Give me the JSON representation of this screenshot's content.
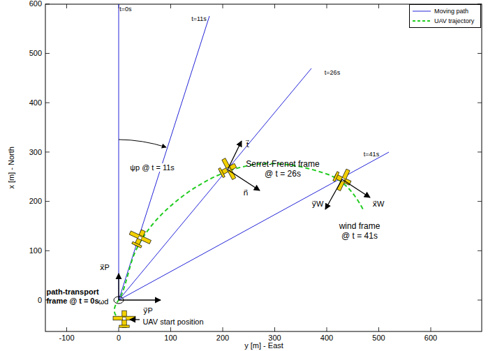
{
  "diagram": {
    "labels": [
      "600",
      "500",
      "400",
      "300",
      "200",
      "100",
      "0",
      "-100",
      "0",
      "100",
      "200",
      "300",
      "400",
      "500",
      "600",
      "x [m] - North",
      "y [m] - East",
      "t=0s",
      "t=11s",
      "t=26s",
      "t=41s",
      "ψp @ t = 11s",
      "t⃗",
      "Serret-Frenet frame @ t = 26s",
      "n⃗",
      "x⃗W",
      "y⃗W",
      "wind frame @ t = 41s",
      "x⃗P",
      "y⃗P",
      "path-transport frame @ t = 0s",
      "ωd",
      "UAV start position"
    ],
    "legend": [
      {
        "text": "Moving path"
      },
      {
        "text": "UAV trajectory"
      }
    ]
  }
}
